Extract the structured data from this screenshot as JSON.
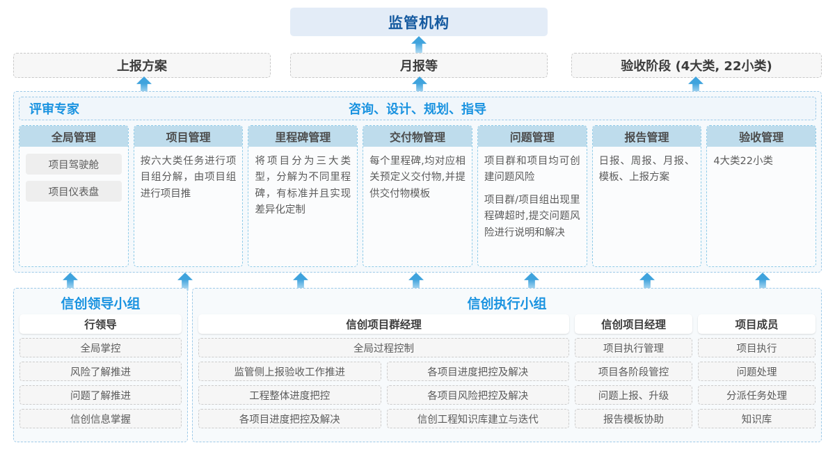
{
  "top": {
    "regulator": "监管机构",
    "documents": [
      {
        "name": "doc-report",
        "label": "上报方案"
      },
      {
        "name": "doc-monthly",
        "label": "月报等"
      },
      {
        "name": "doc-accept",
        "label": "验收阶段 (4大类, 22小类)"
      }
    ]
  },
  "middle": {
    "left_title": "评审专家",
    "center_title": "咨询、设计、规划、指导",
    "cards": [
      {
        "title": "全局管理",
        "paragraphs": [],
        "pills": [
          "项目驾驶舱",
          "项目仪表盘"
        ]
      },
      {
        "title": "项目管理",
        "paragraphs": [
          "按六大类任务进行项目组分解，由项目组进行项目推"
        ],
        "pills": []
      },
      {
        "title": "里程碑管理",
        "paragraphs": [
          "将项目分为三大类型，分解为不同里程碑，有标准并且实现差异化定制"
        ],
        "pills": []
      },
      {
        "title": "交付物管理",
        "paragraphs": [
          "每个里程碑,均对应相关预定义交付物,并提供交付物模板"
        ],
        "pills": []
      },
      {
        "title": "问题管理",
        "paragraphs": [
          "项目群和项目均可创建问题风险",
          "项目群/项目组出现里程碑超时,提交问题风险进行说明和解决"
        ],
        "pills": []
      },
      {
        "title": "报告管理",
        "paragraphs": [
          "日报、周报、月报、模板、上报方案"
        ],
        "pills": []
      },
      {
        "title": "验收管理",
        "paragraphs": [
          "4大类22小类"
        ],
        "pills": []
      }
    ]
  },
  "bottom": {
    "lead_group": {
      "title": "信创领导小组",
      "role": "行领导",
      "items": [
        "全局掌控",
        "风险了解推进",
        "问题了解推进",
        "信创信息掌握"
      ]
    },
    "exec_group": {
      "title": "信创执行小组",
      "program_manager": {
        "role": "信创项目群经理",
        "full_width_item": "全局过程控制",
        "left_items": [
          "监管侧上报验收工作推进",
          "工程整体进度把控",
          "各项目进度把控及解决"
        ],
        "right_items": [
          "各项目进度把控及解决",
          "各项目风险把控及解决",
          "信创工程知识库建立与迭代"
        ]
      },
      "project_manager": {
        "role": "信创项目经理",
        "items": [
          "项目执行管理",
          "项目各阶段管控",
          "问题上报、升级",
          "报告模板协助"
        ]
      },
      "project_member": {
        "role": "项目成员",
        "items": [
          "项目执行",
          "问题处理",
          "分派任务处理",
          "知识库"
        ]
      }
    }
  },
  "colors": {
    "accent_blue": "#1a93e0",
    "deep_blue": "#14599f",
    "card_head": "#bedcec",
    "arrow": "#3fa3dd"
  }
}
